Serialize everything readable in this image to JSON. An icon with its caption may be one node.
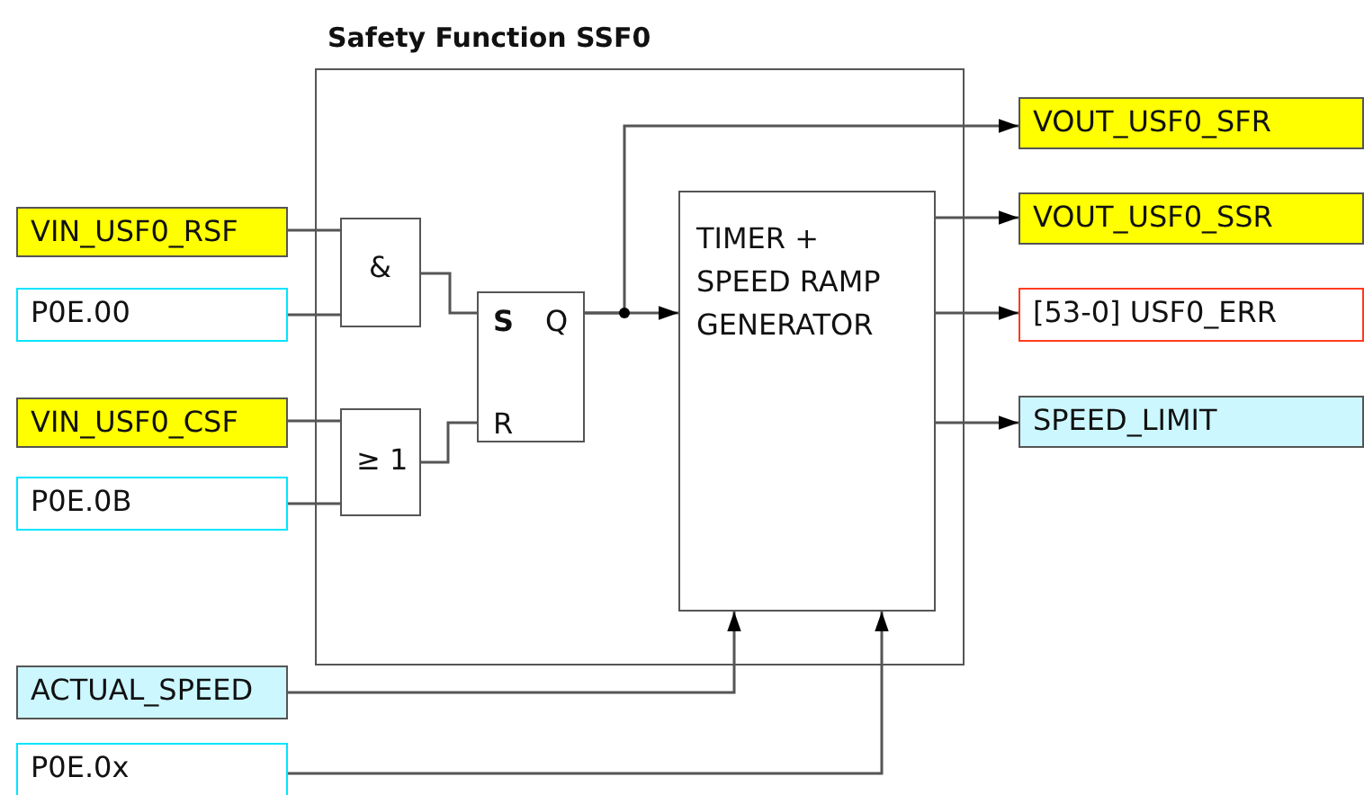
{
  "diagram": {
    "nodes": [
      {
        "text": [
          "Safety Function SSF0"
        ]
      },
      {
        "text": [
          "VIN_USF0_RSF"
        ]
      },
      {
        "text": [
          "P0E.00"
        ]
      },
      {
        "text": [
          "VIN_USF0_CSF"
        ]
      },
      {
        "text": [
          "P0E.0B"
        ]
      },
      {
        "text": [
          "&"
        ],
        "in": 0
      },
      {
        "text": [
          "≥ 1"
        ],
        "in": 0
      },
      {
        "text": [
          "S",
          "Q",
          "R"
        ],
        "in": 0
      },
      {
        "text": [
          "TIMER + SPEED RAMP GENERATOR"
        ],
        "in": 0
      },
      {
        "text": [
          "VOUT_USF0_SFR"
        ]
      },
      {
        "text": [
          "VOUT_USF0_SSR"
        ]
      },
      {
        "text": [
          "[53-0] USF0_ERR"
        ]
      },
      {
        "text": [
          "SPEED_LIMIT"
        ]
      },
      {
        "text": [
          "ACTUAL_SPEED"
        ]
      },
      {
        "text": [
          "P0E.0x"
        ]
      }
    ],
    "edges": [
      {
        "from": 1,
        "to": 5,
        "arrow": "none"
      },
      {
        "from": 2,
        "to": 5,
        "arrow": "none"
      },
      {
        "from": 3,
        "to": 6,
        "arrow": "none"
      },
      {
        "from": 4,
        "to": 6,
        "arrow": "none"
      },
      {
        "from": 5,
        "to": 7,
        "arrow": "none"
      },
      {
        "from": 6,
        "to": 7,
        "arrow": "none"
      },
      {
        "from": 7,
        "to": 8,
        "arrow": "to"
      },
      {
        "from": 7,
        "to": 9,
        "arrow": "to"
      },
      {
        "from": 8,
        "to": 10,
        "arrow": "to"
      },
      {
        "from": 8,
        "to": 11,
        "arrow": "to"
      },
      {
        "from": 8,
        "to": 12,
        "arrow": "to"
      },
      {
        "from": 13,
        "to": 8,
        "arrow": "to"
      },
      {
        "from": 14,
        "to": 8,
        "arrow": "to"
      }
    ]
  }
}
